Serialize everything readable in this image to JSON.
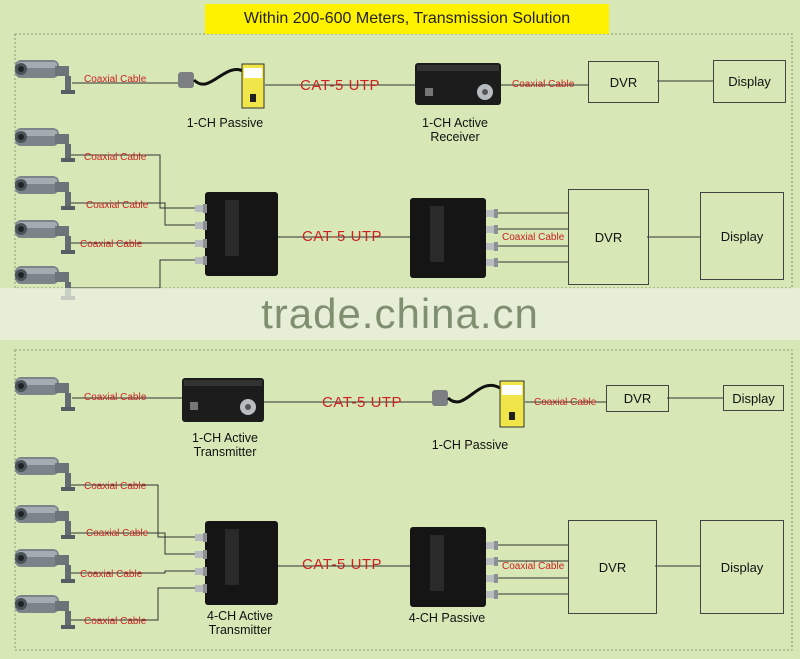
{
  "title": "Within 200-600 Meters, Transmission Solution",
  "coaxial_label": "Coaxial Cable",
  "utp_label": "CAT-5 UTP",
  "dvr_label": "DVR",
  "display_label": "Display",
  "watermark": "trade.china.cn",
  "captions": {
    "one_ch_passive": "1-CH Passive",
    "one_ch_active_receiver_1": "1-CH  Active",
    "one_ch_active_receiver_2": "Receiver",
    "one_ch_active_transmitter_1": "1-CH Active",
    "one_ch_active_transmitter_2": "Transmitter",
    "four_ch_active_transmitter_1": "4-CH Active",
    "four_ch_active_transmitter_2": "Transmitter",
    "four_ch_passive": "4-CH Passive"
  },
  "colors": {
    "title_bg": "#fff200",
    "label_red": "#cc2222",
    "background": "#d7e7b6"
  }
}
